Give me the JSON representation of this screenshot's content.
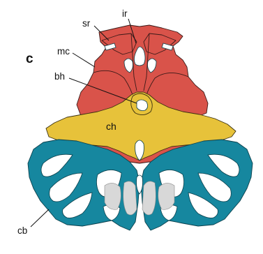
{
  "figure": {
    "panel_letter": "c",
    "labels": {
      "ir": "ir",
      "sr": "sr",
      "mc": "mc",
      "bh": "bh",
      "ch": "ch",
      "cb": "cb"
    },
    "colors": {
      "red_cartilage": "#d9534a",
      "yellow_cartilage": "#e7c23a",
      "teal_cartilage": "#16879f",
      "grey_cartilage": "#d8d8d8"
    }
  }
}
